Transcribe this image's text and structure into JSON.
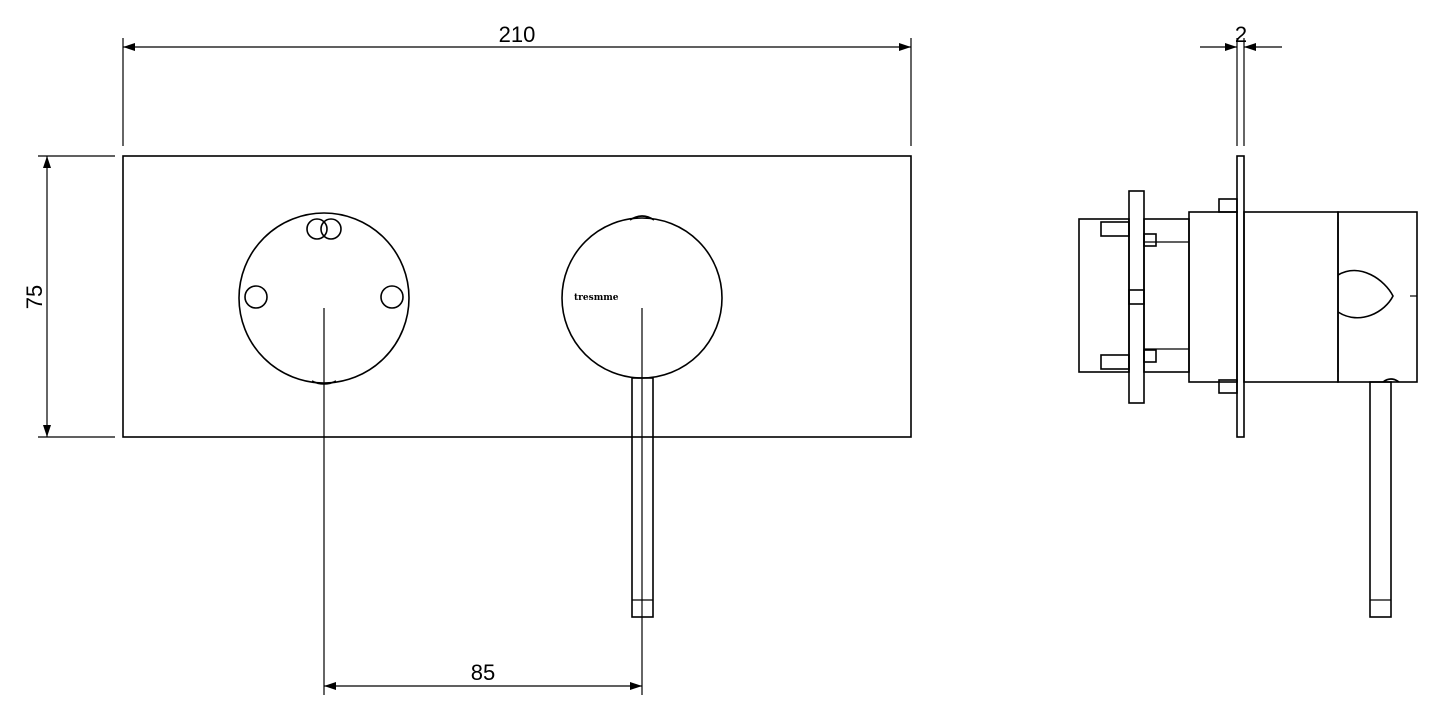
{
  "dimensions": {
    "width": "210",
    "height": "75",
    "spacing": "85",
    "plate_thickness": "2"
  },
  "brand": {
    "logo_text": "tresmme"
  },
  "colors": {
    "line": "#000000",
    "background": "#ffffff"
  }
}
